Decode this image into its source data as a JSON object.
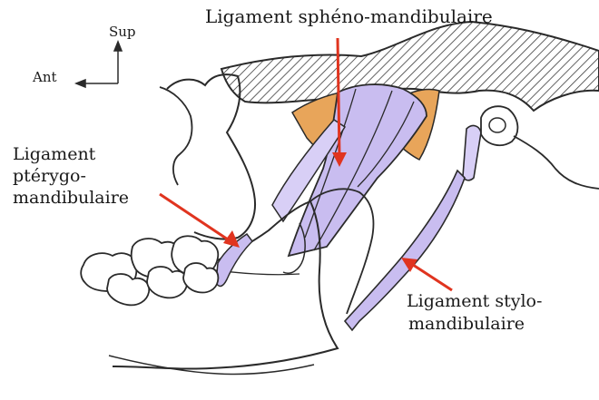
{
  "orientation": {
    "superior": "Sup",
    "anterior": "Ant"
  },
  "labels": {
    "spheno_mandibulaire": "Ligament sphéno-mandibulaire",
    "pterygo_mandibulaire": [
      "Ligament",
      "ptérygo-",
      "mandibulaire"
    ],
    "stylo_mandibulaire": [
      "Ligament stylo-",
      "mandibulaire"
    ]
  },
  "colors": {
    "ligament_fill": "#c9bdf0",
    "muscle_fill": "#e8a55a",
    "arrow": "#e0341f",
    "outline": "#2a2a2a",
    "hatch": "#3a3a3a"
  }
}
